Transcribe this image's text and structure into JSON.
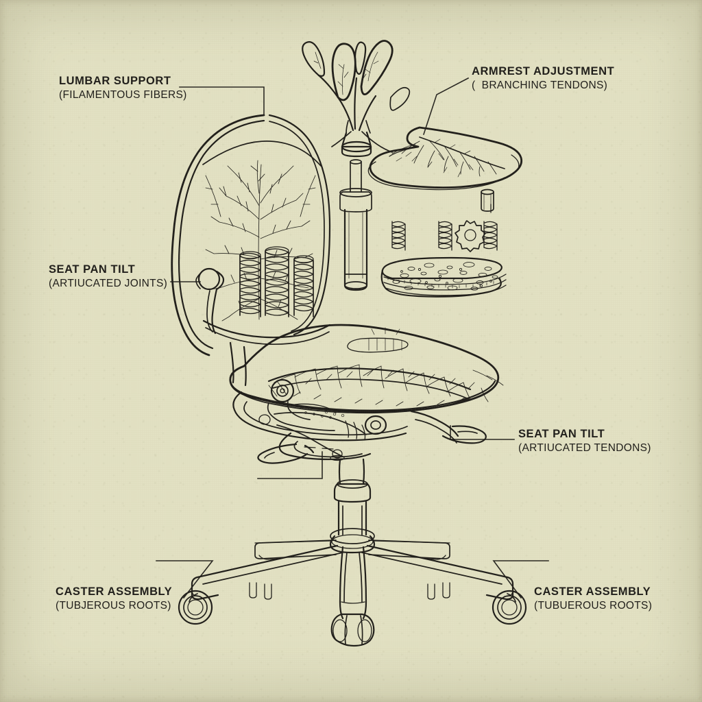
{
  "diagram": {
    "title": "Exploded office chair — botanical anatomy illustration",
    "style": "ink line drawing on textured paper",
    "paper_color": "#e2e1c3",
    "ink_color": "#211f1b"
  },
  "callouts": [
    {
      "id": "lumbar-support",
      "title": "LUMBAR SUPPORT",
      "subtitle": "(FILAMENTOUS FIBERS)",
      "position": "top-left",
      "points_to": "backrest-mesh"
    },
    {
      "id": "armrest-adjustment",
      "title": "ARMREST ADJUSTMENT",
      "subtitle": "(  BRANCHING TENDONS)",
      "position": "top-right",
      "points_to": "armrest-pad"
    },
    {
      "id": "seat-pan-tilt-joints",
      "title": "SEAT PAN TILT",
      "subtitle": "(ARTIUCATED JOINTS)",
      "position": "mid-left",
      "points_to": "armrest-pivot-knob"
    },
    {
      "id": "seat-pan-tilt-tendons",
      "title": "SEAT PAN TILT",
      "subtitle": "(ARTIUCATED TENDONS)",
      "position": "mid-right",
      "points_to": "seat-mechanism"
    },
    {
      "id": "caster-assembly-left",
      "title": "CASTER ASSEMBLY",
      "subtitle": "(TUBJEROUS ROOTS)",
      "position": "bottom-left",
      "points_to": "left-caster"
    },
    {
      "id": "caster-assembly-right",
      "title": "CASTER ASSEMBLY",
      "subtitle": "(TUBUEROUS ROOTS)",
      "position": "bottom-right",
      "points_to": "right-caster"
    }
  ],
  "components": [
    {
      "id": "sprout-lever",
      "name": "branching sprout lever cluster"
    },
    {
      "id": "armrest-pad",
      "name": "leaf-veined armrest pad"
    },
    {
      "id": "gas-cylinder",
      "name": "exploded gas cylinder"
    },
    {
      "id": "spring-left",
      "name": "coil spring"
    },
    {
      "id": "spring-mid",
      "name": "coil spring"
    },
    {
      "id": "gear",
      "name": "toothed gear wheel"
    },
    {
      "id": "spring-right",
      "name": "coil spring"
    },
    {
      "id": "foam-pad",
      "name": "porous foam cushion pad"
    },
    {
      "id": "backrest-mesh",
      "name": "backrest with branching filament mesh"
    },
    {
      "id": "lumbar-springs",
      "name": "three coiled lumbar springs"
    },
    {
      "id": "seat-leaf",
      "name": "leaf-form seat pan with veins"
    },
    {
      "id": "seat-mechanism",
      "name": "articulated tilt mechanism"
    },
    {
      "id": "tilt-lever",
      "name": "tilt release lever"
    },
    {
      "id": "column",
      "name": "pneumatic column"
    },
    {
      "id": "base",
      "name": "five-star base"
    },
    {
      "id": "casters",
      "name": "caster wheels"
    }
  ]
}
